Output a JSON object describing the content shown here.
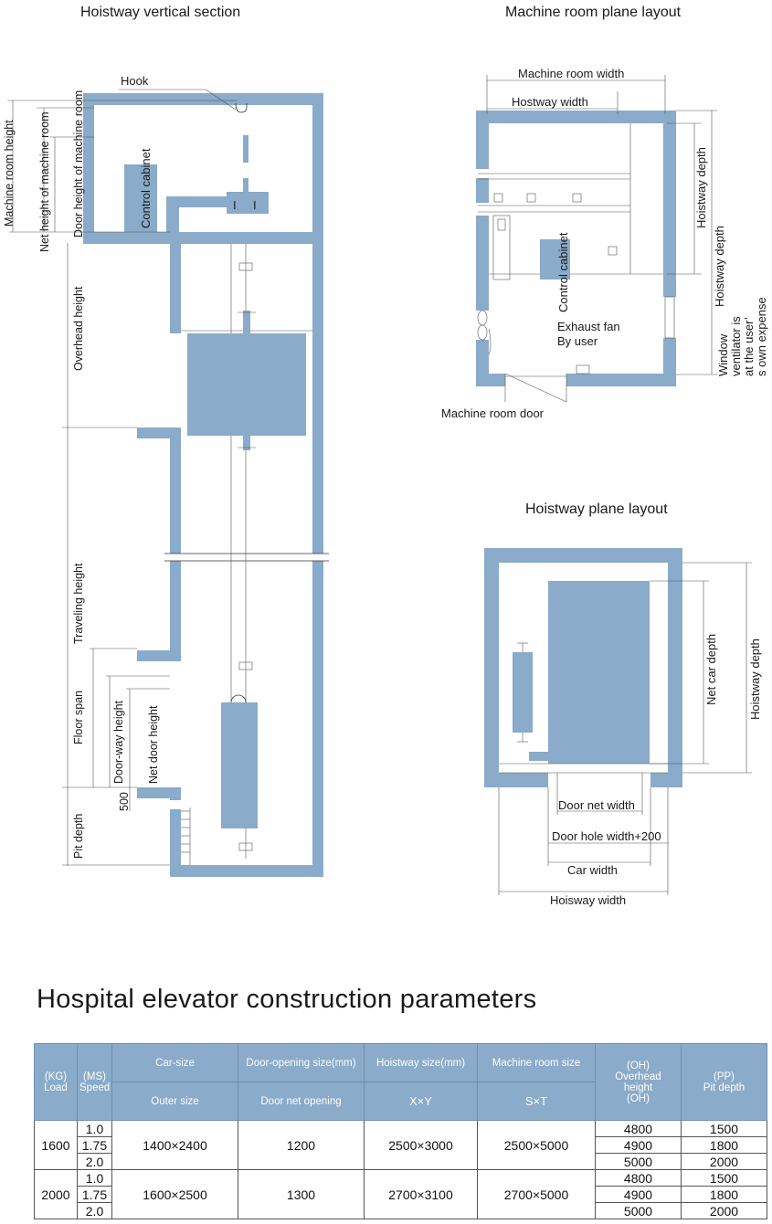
{
  "diagrams": {
    "vertical_section": {
      "title": "Hoistway vertical section",
      "labels": {
        "hook": "Hook",
        "control_cabinet": "Control cabinet",
        "machine_room_height": "Machine room height",
        "net_height_machine_room": "Net height of machine room",
        "door_height_machine_room": "Door height of machine room",
        "overhead_height": "Overhead height",
        "traveling_height": "Traveling height",
        "floor_span": "Floor span",
        "door_way_height": "Door-way height",
        "net_door_height": "Net door height",
        "dim_500": "500",
        "pit_depth": "Pit depth"
      }
    },
    "machine_room_plane": {
      "title": "Machine room plane layout",
      "labels": {
        "machine_room_width": "Machine room width",
        "hostway_width": "Hostway width",
        "hoistway_depth_1": "Hoistway depth",
        "hoistway_depth_2": "Hoistway depth",
        "control_cabinet": "Control cabinet",
        "exhaust_fan_1": "Exhaust fan",
        "exhaust_fan_2": "By user",
        "window_note_1": "Window",
        "window_note_2": "ventilator is",
        "window_note_3": "at the user’",
        "window_note_4": "s own expense",
        "machine_room_door": "Machine room door"
      }
    },
    "hoistway_plane": {
      "title": "Hoistway plane layout",
      "labels": {
        "net_car_depth": "Net car depth",
        "hoistway_depth": "Hoistway depth",
        "door_net_width": "Door net width",
        "door_hole_width": "Door hole width+200",
        "car_width": "Car width",
        "hoisway_width": "Hoisway width"
      }
    }
  },
  "parameters": {
    "title": "Hospital elevator construction parameters",
    "headers": {
      "load": "(KG)\nLoad",
      "speed": "(MS)\nSpeed",
      "car_size": "Car-size",
      "car_size_sub": "Outer size",
      "door_opening": "Door-opening size(mm)",
      "door_opening_sub": "Door net opening",
      "hoistway_size": "Hoistway size(mm)",
      "hoistway_size_sub": "X×Y",
      "machine_room": "Machine room size",
      "machine_room_sub": "S×T",
      "overhead": "(OH)\nOverhead\nheight\n(OH)",
      "pit": "(PP)\nPit depth"
    },
    "groups": [
      {
        "load": "1600",
        "car_size": "1400×2400",
        "door_opening": "1200",
        "hoistway": "2500×3000",
        "machine_room": "2500×5000",
        "rows": [
          {
            "speed": "1.0",
            "overhead": "4800",
            "pit": "1500"
          },
          {
            "speed": "1.75",
            "overhead": "4900",
            "pit": "1800"
          },
          {
            "speed": "2.0",
            "overhead": "5000",
            "pit": "2000"
          }
        ]
      },
      {
        "load": "2000",
        "car_size": "1600×2500",
        "door_opening": "1300",
        "hoistway": "2700×3100",
        "machine_room": "2700×5000",
        "rows": [
          {
            "speed": "1.0",
            "overhead": "4800",
            "pit": "1500"
          },
          {
            "speed": "1.75",
            "overhead": "4900",
            "pit": "1800"
          },
          {
            "speed": "2.0",
            "overhead": "5000",
            "pit": "2000"
          }
        ]
      }
    ]
  },
  "colors": {
    "wall": "#8aabc9",
    "line": "#333333",
    "header_bg": "#8aabc9"
  }
}
